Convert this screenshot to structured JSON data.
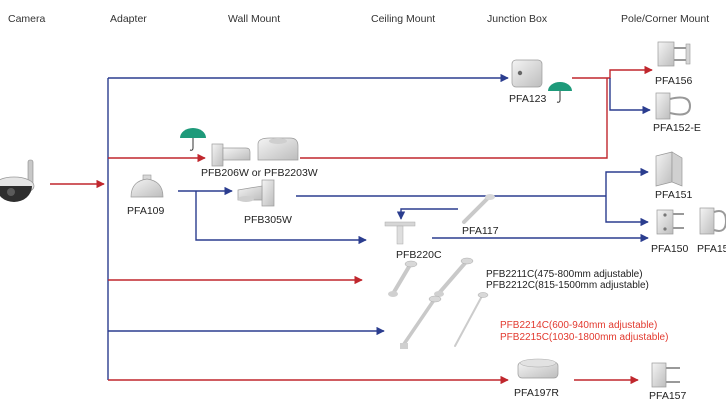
{
  "headers": {
    "camera": "Camera",
    "adapter": "Adapter",
    "wall_mount": "Wall Mount",
    "ceiling_mount": "Ceiling Mount",
    "junction_box": "Junction Box",
    "pole_corner_mount": "Pole/Corner Mount"
  },
  "labels": {
    "pfa123": "PFA123",
    "pfa156": "PFA156",
    "pfa152e": "PFA152-E",
    "pfb206w": "PFB206W or PFB2203W",
    "pfa109": "PFA109",
    "pfb305w": "PFB305W",
    "pfa151": "PFA151",
    "pfa117": "PFA117",
    "pfb220c": "PFB220C",
    "pfa150": "PFA150",
    "pfa15x": "PFA15",
    "pfb2211c": "PFB2211C(475-800mm adjustable)",
    "pfb2212c": "PFB2212C(815-1500mm adjustable)",
    "pfb2214c": "PFB2214C(600-940mm adjustable)",
    "pfb2215c": "PFB2215C(1030-1800mm adjustable)",
    "pfa197r": "PFA197R",
    "pfa157": "PFA157"
  },
  "icons": {
    "umbrella": "umbrella-icon",
    "camera": "dome-camera-icon"
  },
  "colors": {
    "blue_line": "#2b3d8f",
    "red_line": "#c0272d",
    "red_text": "#e23a2f",
    "umbrella": "#1e9a7a"
  }
}
